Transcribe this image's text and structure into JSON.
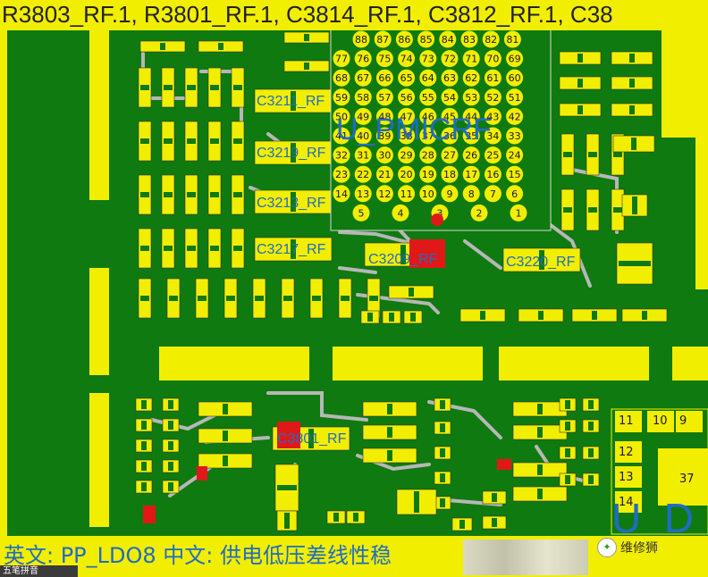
{
  "header": {
    "text": "R3803_RF.1, R3801_RF.1, C3814_RF.1, C3812_RF.1, C38"
  },
  "footer": {
    "description": "英文: PP_LDO8 中文: 供电低压差线性稳",
    "logo_text": "维修狮"
  },
  "taskbar": {
    "ime_label": "五笔拼音"
  },
  "colors": {
    "board": "#0f7a0f",
    "pad": "#f2ee00",
    "trace": "#b7b7b7",
    "highlight": "#e11818",
    "label": "#1f6cc4",
    "ball_text": "#1a1a1a"
  },
  "chip_labels": {
    "u_pmicrf": "U_PMICRF",
    "u_partial": "U_D",
    "c3211": "C3211_RF",
    "c3219": "C3219_RF",
    "c3213": "C3213_RF",
    "c3217": "C3217_RF",
    "c3209": "C3209_RF",
    "c3220": "C3220_RF",
    "c3801": "C3801_RF"
  },
  "bga_balls": [
    [
      "88",
      "87",
      "86",
      "85",
      "84",
      "83",
      "82",
      "81"
    ],
    [
      "77",
      "76",
      "75",
      "74",
      "73",
      "72",
      "71",
      "70",
      "69"
    ],
    [
      "68",
      "67",
      "66",
      "65",
      "64",
      "63",
      "62",
      "61",
      "60"
    ],
    [
      "59",
      "58",
      "57",
      "56",
      "55",
      "54",
      "53",
      "52",
      "51"
    ],
    [
      "50",
      "49",
      "48",
      "47",
      "46",
      "45",
      "44",
      "43",
      "42"
    ],
    [
      "41",
      "40",
      "39",
      "38",
      "37",
      "36",
      "35",
      "34",
      "33"
    ],
    [
      "32",
      "31",
      "30",
      "29",
      "28",
      "27",
      "26",
      "25",
      "24"
    ],
    [
      "23",
      "22",
      "21",
      "20",
      "19",
      "18",
      "17",
      "16",
      "15"
    ],
    [
      "14",
      "13",
      "12",
      "11",
      "10",
      "9",
      "8",
      "7",
      "6"
    ],
    [
      "5",
      "4",
      "3",
      "2",
      "1"
    ]
  ],
  "right_bga_numbers": [
    "11",
    "10",
    "9",
    "12",
    "13",
    "14",
    "37"
  ]
}
